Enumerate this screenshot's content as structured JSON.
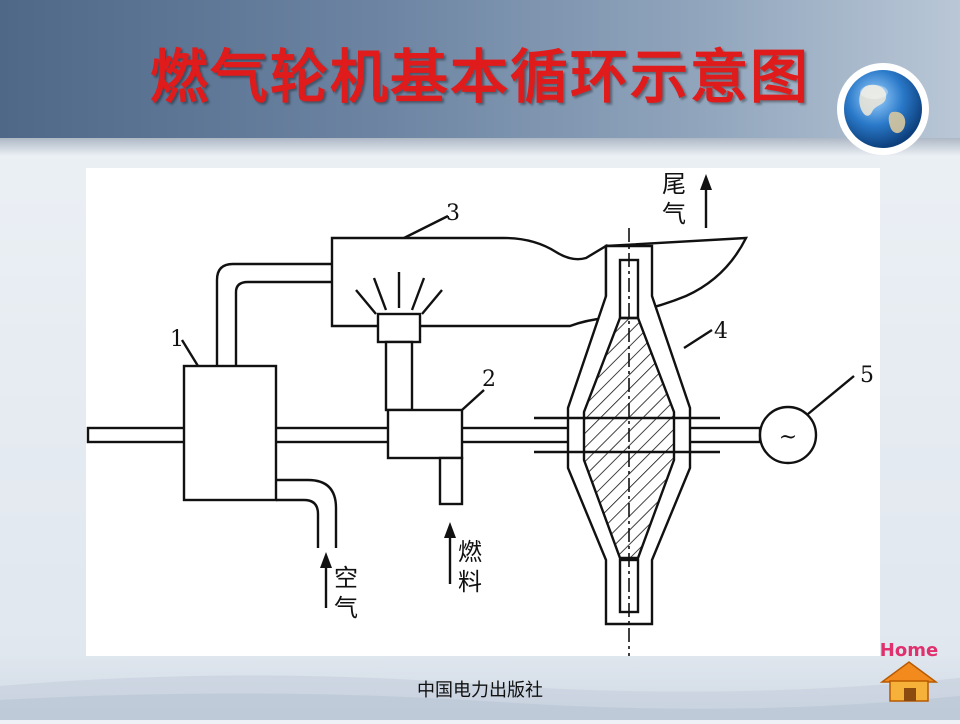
{
  "slide": {
    "title": "燃气轮机基本循环示意图",
    "publisher": "中国电力出版社",
    "title_color": "#e01b1b"
  },
  "diagram": {
    "labels": {
      "n1": "1",
      "n2": "2",
      "n3": "3",
      "n4": "4",
      "n5": "5",
      "air_1": "空",
      "air_2": "气",
      "fuel_1": "燃",
      "fuel_2": "料",
      "exhaust_1": "尾",
      "exhaust_2": "气",
      "generator_symbol": "~"
    }
  },
  "nav": {
    "home_label": "Home",
    "home_icon": "house-icon"
  },
  "decor": {
    "globe_icon": "globe-icon"
  }
}
